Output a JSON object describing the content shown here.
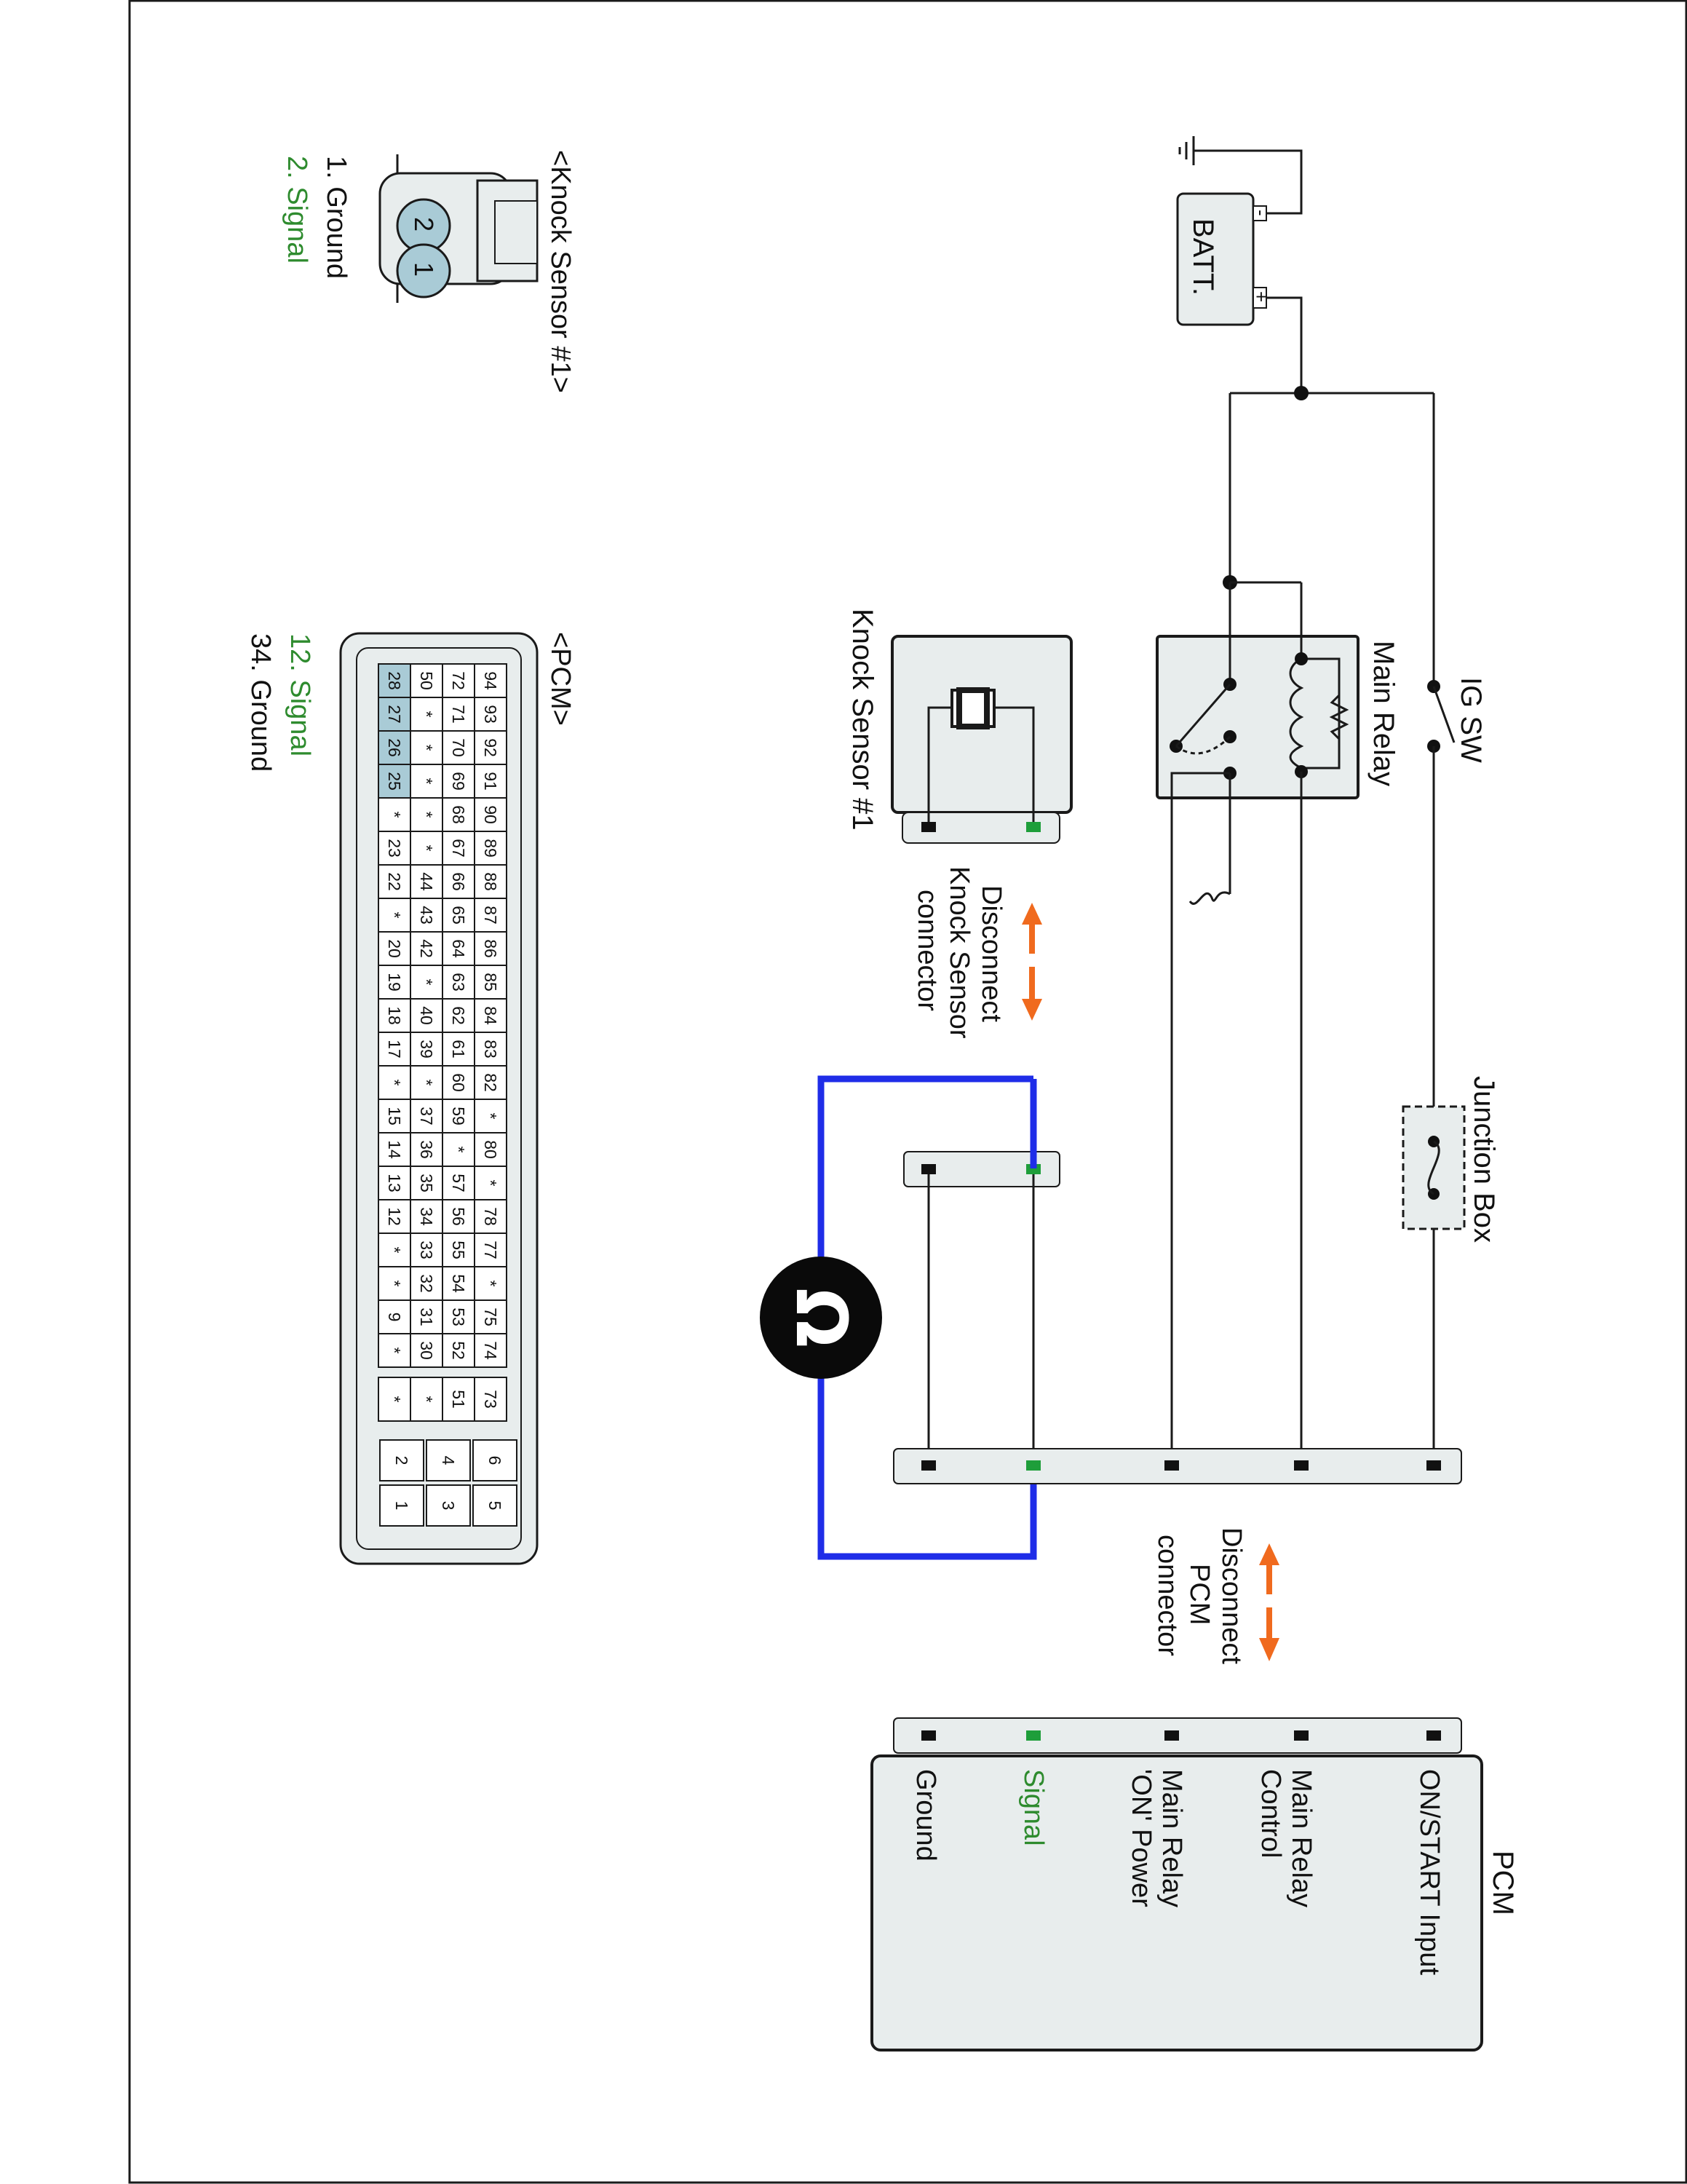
{
  "components": {
    "batt": "BATT.",
    "batt_minus": "-",
    "batt_plus": "+",
    "ig_sw": "IG SW",
    "main_relay": "Main Relay",
    "junction_box": "Junction Box",
    "knock_sensor": "Knock Sensor #1",
    "pcm": "PCM",
    "ohm_symbol": "Ω"
  },
  "actions": {
    "disconnect_knock": [
      "Disconnect",
      "Knock Sensor",
      "connector"
    ],
    "disconnect_pcm": [
      "Disconnect",
      "PCM",
      "connector"
    ]
  },
  "pcm_terminals": [
    "ON/START Input",
    "Main Relay",
    "Control",
    "Main Relay",
    "'ON' Power",
    "Signal",
    "Ground"
  ],
  "knock_connector": {
    "title": "<Knock Sensor #1>",
    "pin_2": "2",
    "pin_1": "1",
    "legend_1": "1. Ground",
    "legend_2": "2. Signal"
  },
  "pcm_connector": {
    "title": "<PCM>",
    "legend_12": "12. Signal",
    "legend_34": "34. Ground",
    "main_rows": [
      [
        "94",
        "93",
        "92",
        "91",
        "90",
        "89",
        "88",
        "87",
        "86",
        "85",
        "84",
        "83",
        "82",
        "*",
        "80",
        "*",
        "78",
        "77",
        "*",
        "75",
        "74"
      ],
      [
        "72",
        "71",
        "70",
        "69",
        "68",
        "67",
        "66",
        "65",
        "64",
        "63",
        "62",
        "61",
        "60",
        "59",
        "*",
        "57",
        "56",
        "55",
        "54",
        "53",
        "52"
      ],
      [
        "50",
        "*",
        "*",
        "*",
        "*",
        "*",
        "44",
        "43",
        "42",
        "*",
        "40",
        "39",
        "*",
        "37",
        "36",
        "35",
        "34",
        "33",
        "32",
        "31",
        "30"
      ],
      [
        "28",
        "27",
        "26",
        "25",
        "*",
        "23",
        "22",
        "*",
        "20",
        "19",
        "18",
        "17",
        "*",
        "15",
        "14",
        "13",
        "12",
        "*",
        "*",
        "9",
        "*"
      ]
    ],
    "mid_col": [
      "73",
      "51",
      "*",
      "*"
    ],
    "small_pins": [
      [
        "6",
        "5"
      ],
      [
        "4",
        "3"
      ],
      [
        "2",
        "1"
      ]
    ]
  },
  "colors": {
    "line": "#1a1a1a",
    "box_fill": "#e8eded",
    "signal_green": "#2e8b2e",
    "meter_lead_blue": "#1f2de8",
    "arrow_orange": "#f06a1e",
    "pin_highlight": "#a9cbd6"
  }
}
